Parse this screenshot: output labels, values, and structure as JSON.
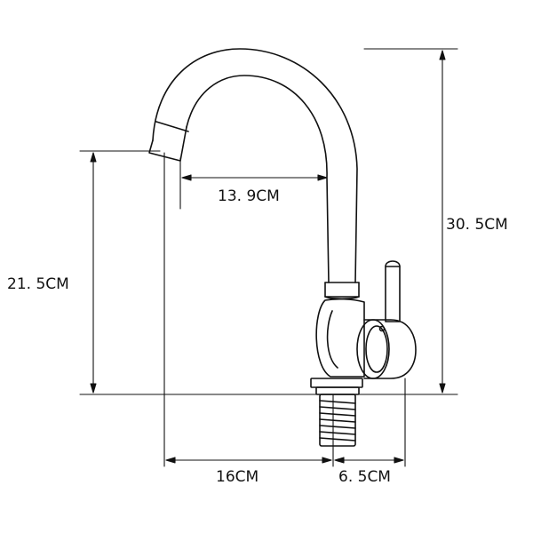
{
  "dimensions": {
    "spout_reach": "13. 9CM",
    "spout_height": "21. 5CM",
    "total_height": "30. 5CM",
    "base_depth": "16CM",
    "handle_offset": "6. 5CM"
  },
  "colors": {
    "line": "#111111",
    "background": "#ffffff"
  }
}
